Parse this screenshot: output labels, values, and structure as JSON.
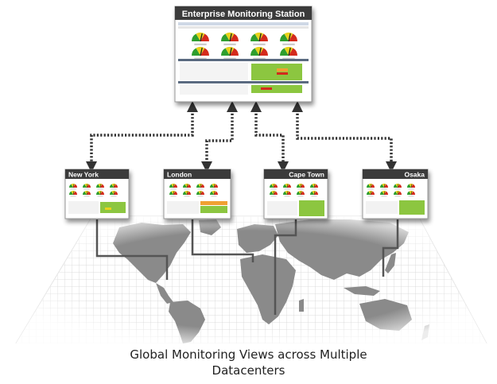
{
  "main_station": {
    "title": "Enterprise Monitoring Station"
  },
  "datacenters": [
    {
      "name": "New York"
    },
    {
      "name": "London"
    },
    {
      "name": "Cape Town"
    },
    {
      "name": "Osaka"
    }
  ],
  "caption": {
    "line1": "Global Monitoring Views across Multiple",
    "line2": "Datacenters"
  },
  "colors": {
    "title_bar": "#3a3a3a",
    "map_land": "#8a8a8a",
    "grid": "#d4d4d4",
    "gauge_green": "#2e9e2e",
    "gauge_yellow": "#e8d21a",
    "gauge_red": "#d42a1a",
    "status_green": "#8cc63f",
    "status_orange": "#f0a030",
    "dotted_link": "#333333",
    "solid_link": "#555555"
  }
}
